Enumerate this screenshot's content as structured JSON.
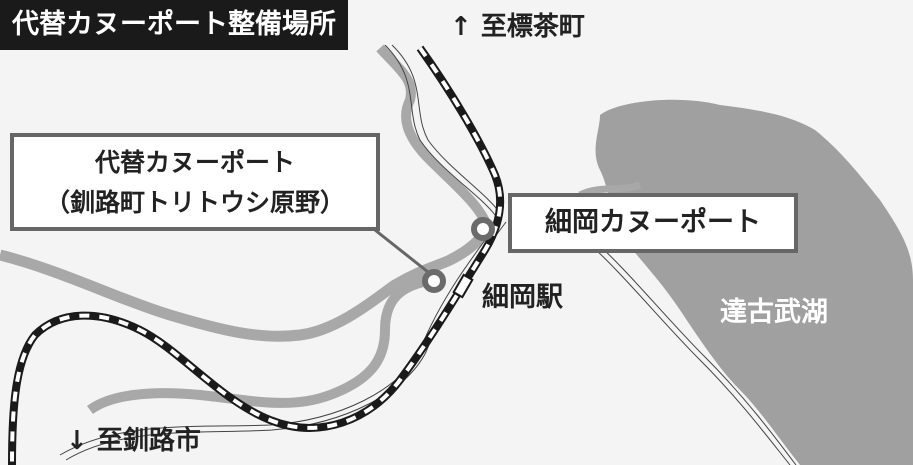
{
  "title": "代替カヌーポート整備場所",
  "direction_north": "↑ 至標茶町",
  "direction_south": "↓ 至釧路市",
  "alt_port": {
    "line1": "代替カヌーポート",
    "line2": "（釧路町トリトウシ原野）"
  },
  "main_port": "細岡カヌーポート",
  "station": "細岡駅",
  "lake": "達古武湖",
  "colors": {
    "rail": "#1a1a1a",
    "river": "#a8a8a8",
    "lake": "#a0a0a0",
    "background": "#f4f4f4",
    "marker": "#6b6b6b"
  }
}
